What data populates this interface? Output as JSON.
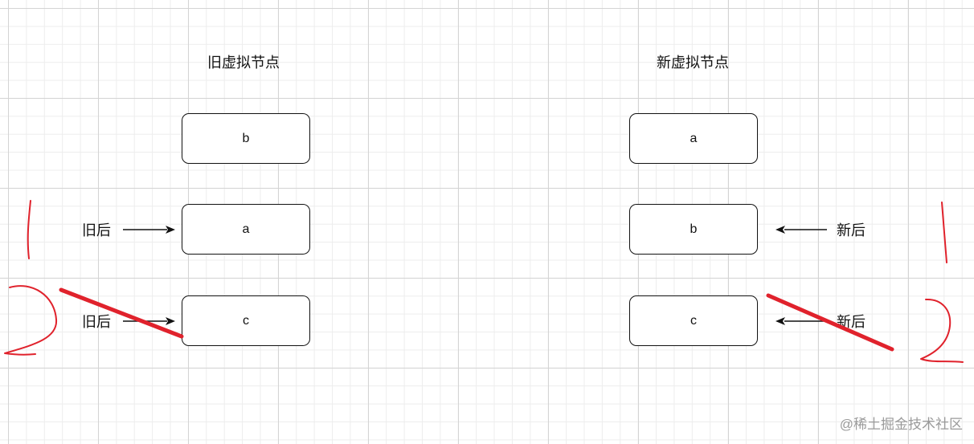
{
  "old_column": {
    "title": "旧虚拟节点",
    "nodes": [
      "b",
      "a",
      "c"
    ],
    "pointers": [
      {
        "label": "旧后",
        "target_index": 1
      },
      {
        "label": "旧后",
        "target_index": 2
      }
    ]
  },
  "new_column": {
    "title": "新虚拟节点",
    "nodes": [
      "a",
      "b",
      "c"
    ],
    "pointers": [
      {
        "label": "新后",
        "target_index": 1
      },
      {
        "label": "新后",
        "target_index": 2
      }
    ]
  },
  "annotations": {
    "stroke_color": "#e0222c",
    "marks": [
      "1",
      "2",
      "1",
      "2"
    ]
  },
  "watermark": "@稀土掘金技术社区"
}
